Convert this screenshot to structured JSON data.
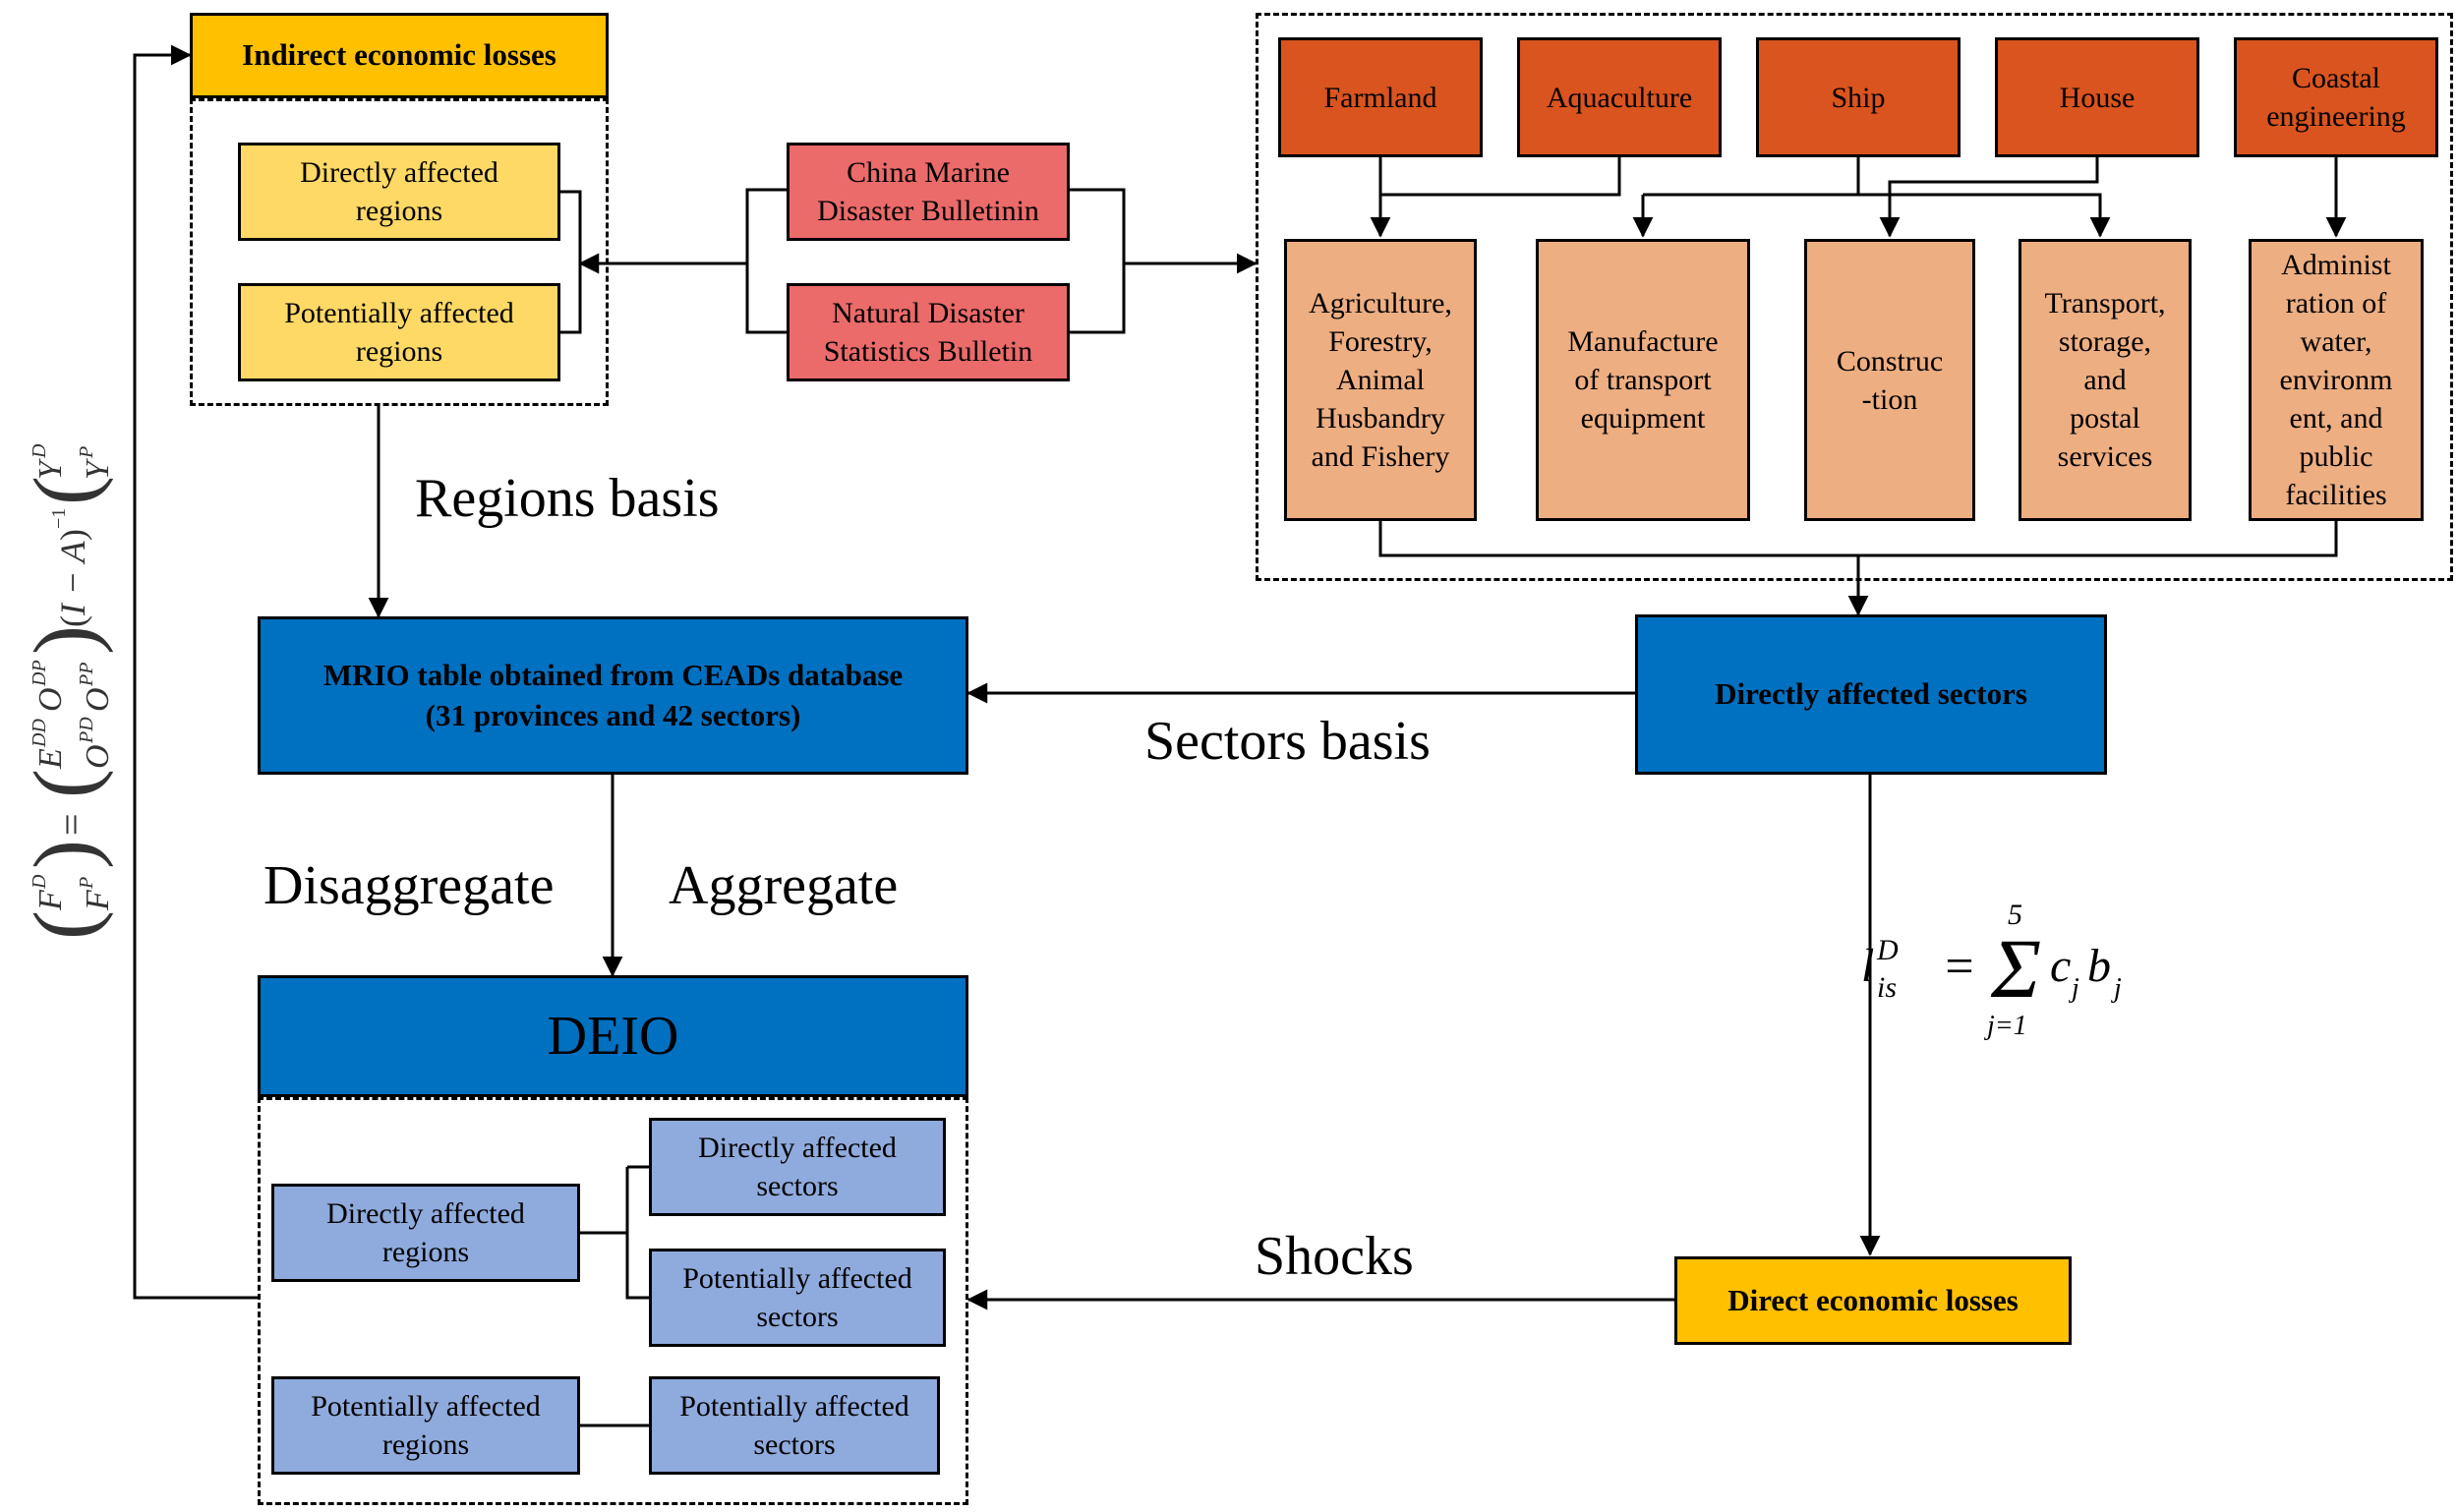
{
  "indirect_losses": "Indirect economic losses",
  "indirect_group": {
    "directly_affected_regions": "Directly affected\nregions",
    "potentially_affected_regions": "Potentially affected\nregions"
  },
  "sources": {
    "china_marine": "China Marine\nDisaster Bulletinin",
    "natural_disaster": "Natural Disaster\nStatistics Bulletin"
  },
  "hazard_objects": [
    "Farmland",
    "Aquaculture",
    "Ship",
    "House",
    "Coastal\nengineering"
  ],
  "sectors": [
    "Agriculture,\nForestry,\nAnimal\nHusbandry\nand Fishery",
    "Manufacture\nof transport\nequipment",
    "Construc\n-tion",
    "Transport,\nstorage,\nand\npostal\nservices",
    "Administ\nration of\nwater,\nenvironm\nent, and\npublic\nfacilities"
  ],
  "regions_basis": "Regions basis",
  "mrio_table": "MRIO table obtained from CEADs database\n(31 provinces and 42  sectors)",
  "directly_affected_sectors": "Directly affected sectors",
  "sectors_basis": "Sectors basis",
  "disaggregate": "Disaggregate",
  "aggregate": "Aggregate",
  "deio": "DEIO",
  "deio_group": {
    "directly_affected_regions": "Directly affected\nregions",
    "directly_affected_sectors": "Directly affected\nsectors",
    "potentially_affected_sectors_1": "Potentially affected\nsectors",
    "potentially_affected_regions": "Potentially affected\nregions",
    "potentially_affected_sectors_2": "Potentially affected\nsectors"
  },
  "shocks": "Shocks",
  "direct_losses": "Direct economic losses",
  "formula_loss": "l_is^D = Σ_{j=1}^{5} c_j b_j",
  "formula_indirect": "(F^D; F^P) = (E^DD O^DP; O^PD O^PP)(I − A)^−1 (Y^D; Y^P)"
}
